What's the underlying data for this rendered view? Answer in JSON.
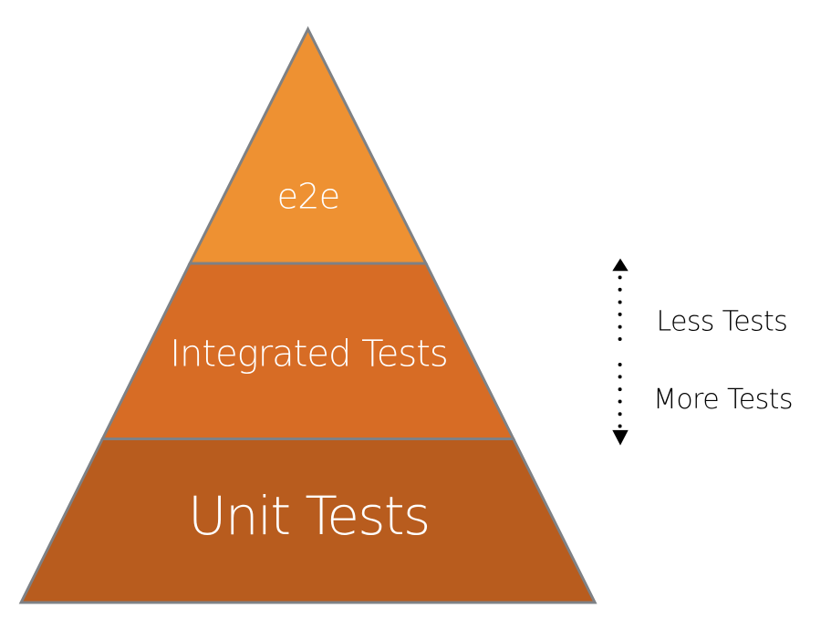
{
  "background_color": "#ffffff",
  "pyramid": {
    "outline_color": "#7e8185",
    "label_color": "#ffffff",
    "levels": [
      {
        "label": "e2e",
        "color": "#ee9132"
      },
      {
        "label": "Integrated Tests",
        "color": "#d76c25"
      },
      {
        "label": "Unit Tests",
        "color": "#b85c1e"
      }
    ]
  },
  "arrow": {
    "color": "#000000",
    "style": "dotted",
    "direction": "double-headed-vertical",
    "labels": [
      {
        "text": "Less Tests"
      },
      {
        "text": "More Tests"
      }
    ],
    "label_color": "#000000"
  }
}
